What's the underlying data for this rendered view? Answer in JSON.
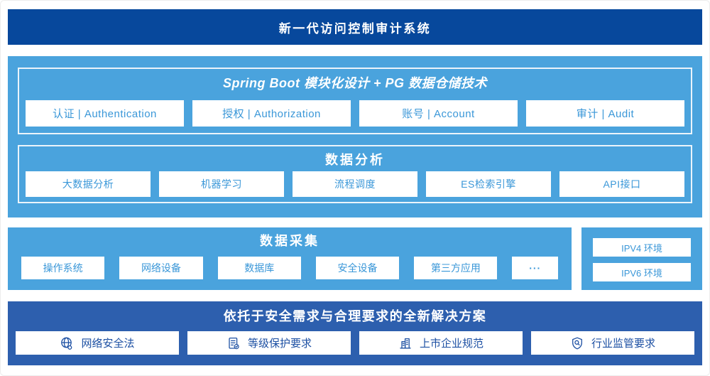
{
  "header": {
    "title": "新一代访问控制审计系统"
  },
  "platform": {
    "spring_boot": {
      "title": "Spring Boot 模块化设计 + PG 数据仓储技术",
      "modules": [
        "认证 | Authentication",
        "授权 | Authorization",
        "账号 | Account",
        "审计 | Audit"
      ]
    },
    "data_analysis": {
      "title": "数据分析",
      "modules": [
        "大数据分析",
        "机器学习",
        "流程调度",
        "ES检索引擎",
        "API接口"
      ]
    }
  },
  "data_collection": {
    "title": "数据采集",
    "sources": [
      "操作系统",
      "网络设备",
      "数据库",
      "安全设备",
      "第三方应用",
      "···"
    ],
    "environments": [
      "IPV4 环境",
      "IPV6 环境"
    ]
  },
  "solution": {
    "title": "依托于安全需求与合理要求的全新解决方案",
    "items": [
      {
        "icon": "globe-icon",
        "label": "网络安全法"
      },
      {
        "icon": "document-check-icon",
        "label": "等级保护要求"
      },
      {
        "icon": "building-icon",
        "label": "上市企业规范"
      },
      {
        "icon": "shield-search-icon",
        "label": "行业监管要求"
      }
    ]
  },
  "colors": {
    "banner_blue": "#07489c",
    "panel_light_blue": "#4aa3dd",
    "solution_blue": "#2d5fae",
    "module_text_blue": "#3a97d8",
    "solution_text_navy": "#1d50a3"
  }
}
